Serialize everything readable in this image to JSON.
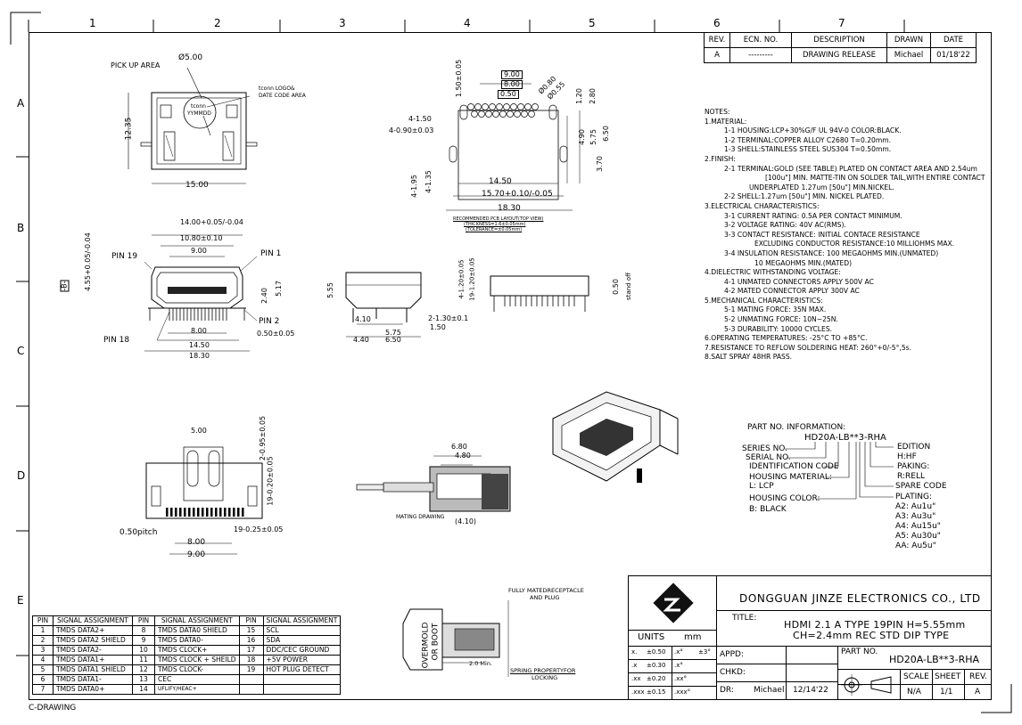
{
  "zones": {
    "columns": [
      "1",
      "2",
      "3",
      "4",
      "5",
      "6",
      "7"
    ],
    "rows": [
      "A",
      "B",
      "C",
      "D",
      "E"
    ]
  },
  "revision_table": {
    "headers": [
      "REV.",
      "ECN. NO.",
      "DESCRIPTION",
      "DRAWN",
      "DATE"
    ],
    "rows": [
      [
        "A",
        "---------",
        "DRAWING RELEASE",
        "Michael",
        "01/18'22"
      ]
    ]
  },
  "notes": [
    "NOTES:",
    "1.MATERIAL:",
    "1-1 HOUSING:LCP+30%G/F UL 94V-0 COLOR:BLACK.",
    "1-2 TERMINAL:COPPER ALLOY C2680 T=0.20mm.",
    "1-3 SHELL:STAINLESS STEEL SUS304 T=0.50mm.",
    "2.FINISH:",
    "2-1 TERMINAL:GOLD (SEE TABLE) PLATED ON CONTACT AREA AND 2.54um",
    "[100u\"] MIN. MATTE-TIN ON SOLDER TAIL,WITH ENTIRE CONTACT",
    "UNDERPLATED 1.27um [50u\"] MIN.NICKEL.",
    "2-2 SHELL:1.27um [50u\"] MIN. NICKEL PLATED.",
    "3.ELECTRICAL CHARACTERISTICS:",
    "3-1 CURRENT RATING: 0.5A PER CONTACT MINIMUM.",
    "3-2 VOLTAGE RATING: 40V AC(RMS).",
    "3-3 CONTACT RESISTANCE: INITIAL CONTACE RESISTANCE",
    "EXCLUDING CONDUCTOR RESISTANCE:10 MILLIOHMS MAX.",
    "3-4 INSULATION RESISTANCE: 100 MEGAOHMS MIN.(UNMATED)",
    "10 MEGAOHMS MIN.(MATED)",
    "4.DIELECTRIC WITHSTANDING VOLTAGE:",
    "4-1 UNMATED CONNECTORS APPLY 500V AC",
    "4-2 MATED CONNECTOR APPLY 300V AC",
    "5.MECHANICAL CHARACTERISTICS:",
    "5-1 MATING FORCE: 35N MAX.",
    "5-2 UNMATING FORCE: 10N~25N.",
    "5-3 DURABILITY: 10000 CYCLES.",
    "6.OPERATING TEMPERATURES: -25°C TO +85°C.",
    "7.RESISTANCE TO REFLOW SOLDERING HEAT: 260°+0/-5°,5s.",
    "8.SALT SPRAY 48HR PASS."
  ],
  "part_info": {
    "header": "PART NO. INFORMATION:",
    "code": "HD20A-LB**3-RHA",
    "left_labels": [
      "SERIES NO.",
      "SERIAL NO.",
      "IDENTIFICATION CODE",
      "HOUSING MATERIAL:",
      "L: LCP",
      "HOUSING COLOR:",
      "B: BLACK"
    ],
    "right_labels": [
      "EDITION",
      "H:HF",
      "PAKING:",
      "R:RELL",
      "SPARE CODE",
      "PLATING:",
      "A2: Au1u\"",
      "A3: Au3u\"",
      "A4: Au15u\"",
      "A5: Au30u\"",
      "AA: Au5u\""
    ]
  },
  "pin_table": {
    "headers": [
      "PIN",
      "SIGNAL ASSIGNMENT",
      "PIN",
      "SIGNAL ASSIGNMENT",
      "PIN",
      "SIGNAL ASSIGNMENT"
    ],
    "rows": [
      [
        "1",
        "TMDS DATA2+",
        "8",
        "TMDS DATA0 SHIELD",
        "15",
        "SCL"
      ],
      [
        "2",
        "TMDS DATA2 SHIELD",
        "9",
        "TMDS DATA0-",
        "16",
        "SDA"
      ],
      [
        "3",
        "TMDS DATA2-",
        "10",
        "TMDS CLOCK+",
        "17",
        "DDC/CEC GROUND"
      ],
      [
        "4",
        "TMDS DATA1+",
        "11",
        "TMDS CLOCK + SHEILD",
        "18",
        "+5V POWER"
      ],
      [
        "5",
        "TMDS DATA1 SHIELD",
        "12",
        "TMDS CLOCK-",
        "19",
        "HOT PLUG DETECT"
      ],
      [
        "6",
        "TMDS DATA1-",
        "13",
        "CEC",
        "",
        ""
      ],
      [
        "7",
        "TMDS DATA0+",
        "14",
        "UFLIFY/HEAC+",
        "",
        ""
      ]
    ]
  },
  "title_block": {
    "company": "DONGGUAN JINZE ELECTRONICS CO., LTD",
    "title_label": "TITLE:",
    "title_line1": "HDMI 2.1 A TYPE 19PIN H=5.55mm",
    "title_line2": "CH=2.4mm REC STD DIP TYPE",
    "units_label": "UNITS",
    "units_value": "mm",
    "tolerances": [
      [
        "x.",
        "±0.50",
        ".x°",
        "±3°"
      ],
      [
        ".x",
        "±0.30",
        ".x°",
        ""
      ],
      [
        ".xx",
        "±0.20",
        ".xx°",
        ""
      ],
      [
        ".xxx",
        "±0.15",
        ".xxx°",
        ""
      ]
    ],
    "appd_label": "APPD:",
    "chkd_label": "CHKD:",
    "dr_label": "DR:",
    "dr_name": "Michael",
    "dr_date": "12/14'22",
    "part_no_label": "PART NO.",
    "part_no": "HD20A-LB**3-RHA",
    "scale_label": "SCALE",
    "sheet_label": "SHEET",
    "rev_label": "REV.",
    "scale_value": "N/A",
    "sheet_value": "1/1",
    "rev_value": "A"
  },
  "footer": "C-DRAWING",
  "top_view": {
    "pickup": "PICK UP AREA",
    "dia": "Ø5.00",
    "logo_note1": "tconn LOGO&",
    "logo_note2": "DATE CODE AREA",
    "logo1": "tconn",
    "logo2": "YYMMDD",
    "h": "12.35",
    "w": "15.00"
  },
  "pcb_layout": {
    "d1": "1.50±0.05",
    "d2": "9.00",
    "d3": "8.00",
    "d4": "0.50",
    "d5": "Ø0.80",
    "d6": "Ø0.55",
    "d7": "1.20",
    "d8": "2.80",
    "d9": "4-1.50",
    "d10": "4-0.90±0.03",
    "d11": "4.90",
    "d12": "5.75",
    "d13": "6.50",
    "d14": "3.70",
    "d15": "4-1.95",
    "d16": "4-1.35",
    "d17": "14.50",
    "d18": "15.70+0.10/-0.05",
    "d19": "18.30",
    "cap1": "RECOMMENDED PCB LAYOUT(TOP VIEW)",
    "cap2": "(THICKNESS=1.6±0.05mm)",
    "cap3": "(TOLERANCE=±0.05mm)"
  },
  "front_view": {
    "d1": "14.00+0.05/-0.04",
    "d2": "10.80±0.10",
    "d3": "9.00",
    "pin19": "PIN 19",
    "pin1": "PIN 1",
    "pin2": "PIN 2",
    "pin18": "PIN 18",
    "d4": "4.55+0.05/-0.04",
    "datum": "-B-",
    "d5": "2.40",
    "d6": "5.17",
    "d7": "8.00",
    "d8": "0.50±0.05",
    "d9": "14.50",
    "d10": "18.30"
  },
  "side_view": {
    "d1": "5.55",
    "d2": "4.10",
    "d3": "5.75",
    "d4": "4.40",
    "d5": "6.50",
    "d6": "2-1.30±0.1",
    "d7": "1.50"
  },
  "back_view": {
    "d1": "4-1.20±0.05",
    "d2": "19-1.20±0.05",
    "d3": "0.50",
    "d4": "stand off"
  },
  "bottom_view": {
    "d1": "5.00",
    "d2": "2-0.95±0.05",
    "d3": "19-0.20±0.05",
    "d4": "0.50pitch",
    "d5": "19-0.25±0.05",
    "d6": "8.00",
    "d7": "9.00"
  },
  "mating": {
    "d1": "6.80",
    "d2": "4.80",
    "label": "MATING DRAWING",
    "d3": "(4.10)"
  },
  "overmold": {
    "label1": "OVERMOLD",
    "label2": "OR BOOT",
    "n1": "FULLY MATEDRECEPTACLE",
    "n2": "AND PLUG",
    "n3": "SPRING PROPERTYFOR",
    "n4": "LOCKING",
    "d": "2.0 Min."
  }
}
